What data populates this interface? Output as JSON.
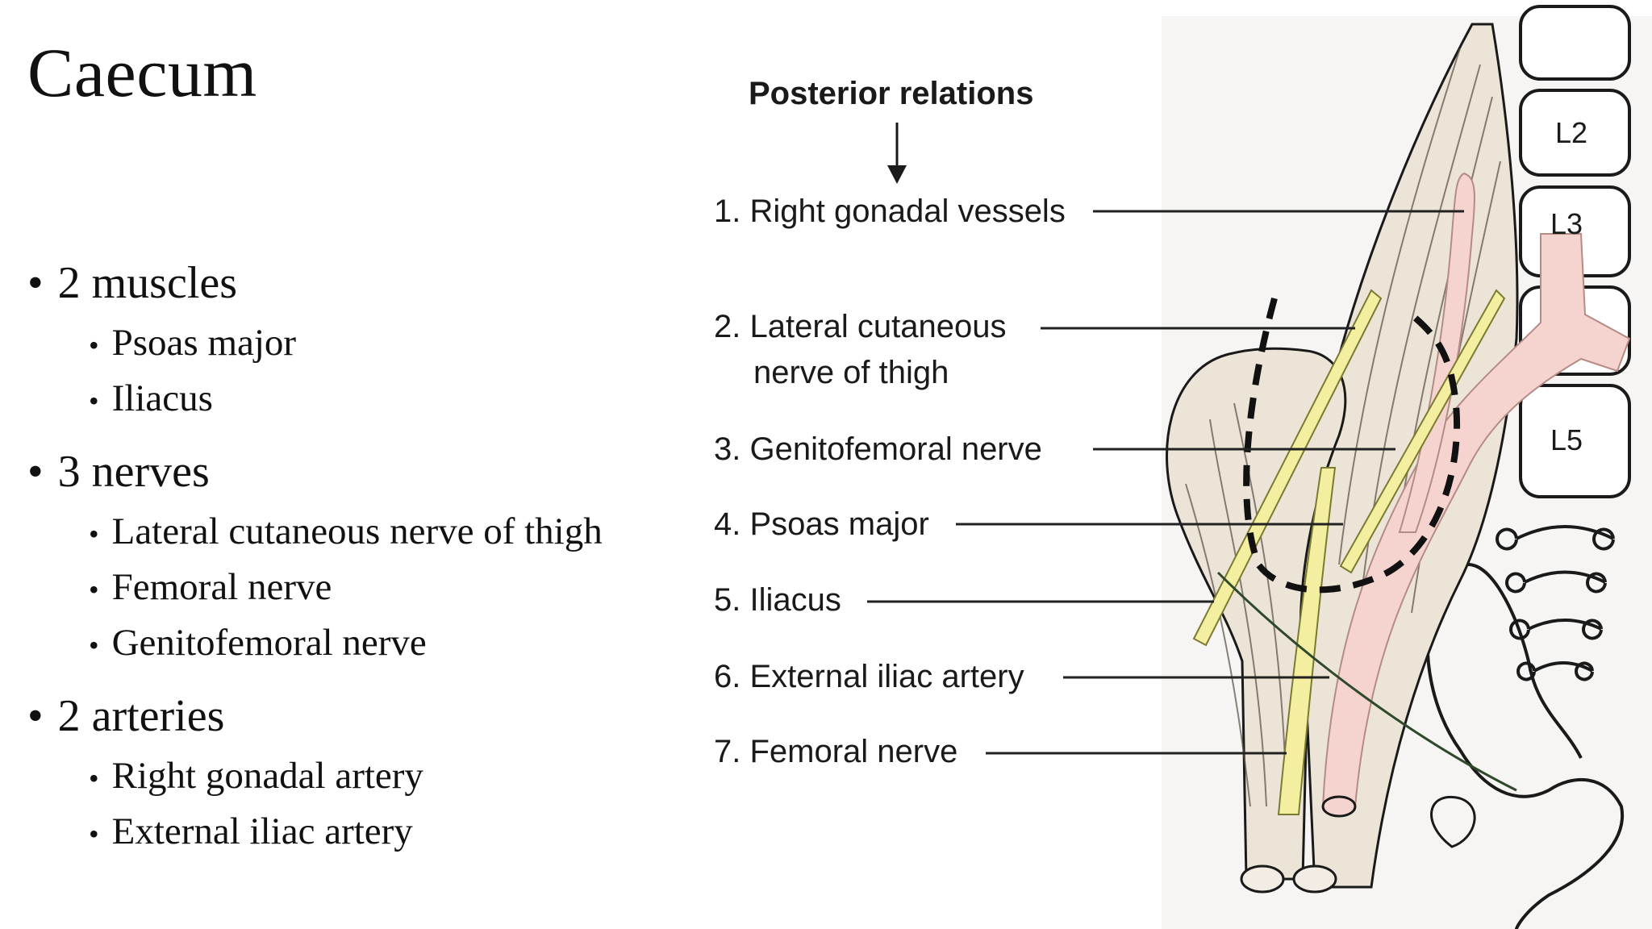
{
  "slide": {
    "title": "Caecum"
  },
  "bullets": [
    {
      "label": "2 muscles",
      "items": [
        "Psoas major",
        "Iliacus"
      ]
    },
    {
      "label": "3 nerves",
      "items": [
        "Lateral cutaneous nerve of thigh",
        "Femoral nerve",
        "Genitofemoral nerve"
      ]
    },
    {
      "label": "2 arteries",
      "items": [
        "Right gonadal artery",
        "External iliac artery"
      ]
    }
  ],
  "diagram": {
    "heading": "Posterior relations",
    "labels": [
      "1. Right gonadal vessels",
      "2. Lateral cutaneous",
      "nerve of thigh",
      "3. Genitofemoral nerve",
      "4. Psoas major",
      "5. Iliacus",
      "6. External iliac artery",
      "7. Femoral nerve"
    ],
    "vertebrae": [
      "L2",
      "L3",
      "L5"
    ],
    "colors": {
      "muscle": "#ede4d8",
      "nerve": "#f4eea0",
      "artery": "#f5d4cf",
      "line": "#222222"
    }
  }
}
